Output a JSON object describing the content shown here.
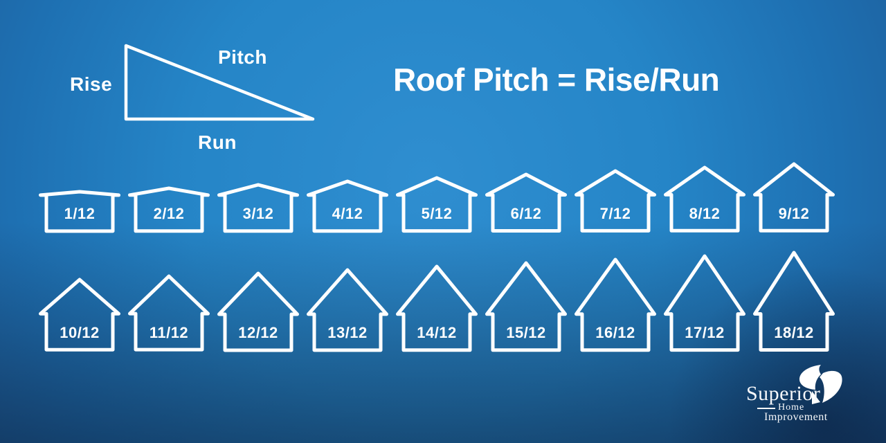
{
  "title": "Roof Pitch = Rise/Run",
  "diagram": {
    "rise_label": "Rise",
    "pitch_label": "Pitch",
    "run_label": "Run"
  },
  "houses": {
    "row1": [
      {
        "label": "1/12",
        "pitch": 1
      },
      {
        "label": "2/12",
        "pitch": 2
      },
      {
        "label": "3/12",
        "pitch": 3
      },
      {
        "label": "4/12",
        "pitch": 4
      },
      {
        "label": "5/12",
        "pitch": 5
      },
      {
        "label": "6/12",
        "pitch": 6
      },
      {
        "label": "7/12",
        "pitch": 7
      },
      {
        "label": "8/12",
        "pitch": 8
      },
      {
        "label": "9/12",
        "pitch": 9
      }
    ],
    "row2": [
      {
        "label": "10/12",
        "pitch": 10
      },
      {
        "label": "11/12",
        "pitch": 11
      },
      {
        "label": "12/12",
        "pitch": 12
      },
      {
        "label": "13/12",
        "pitch": 13
      },
      {
        "label": "14/12",
        "pitch": 14
      },
      {
        "label": "15/12",
        "pitch": 15
      },
      {
        "label": "16/12",
        "pitch": 16
      },
      {
        "label": "17/12",
        "pitch": 17
      },
      {
        "label": "18/12",
        "pitch": 18
      }
    ]
  },
  "logo": {
    "name": "Superior",
    "line1": "Home",
    "line2": "Improvement"
  },
  "colors": {
    "line": "#ffffff",
    "text": "#ffffff",
    "bg_center": "#2f8ed0",
    "bg_edge": "#1e5f9c",
    "bg_corner_dark": "#14294d"
  }
}
